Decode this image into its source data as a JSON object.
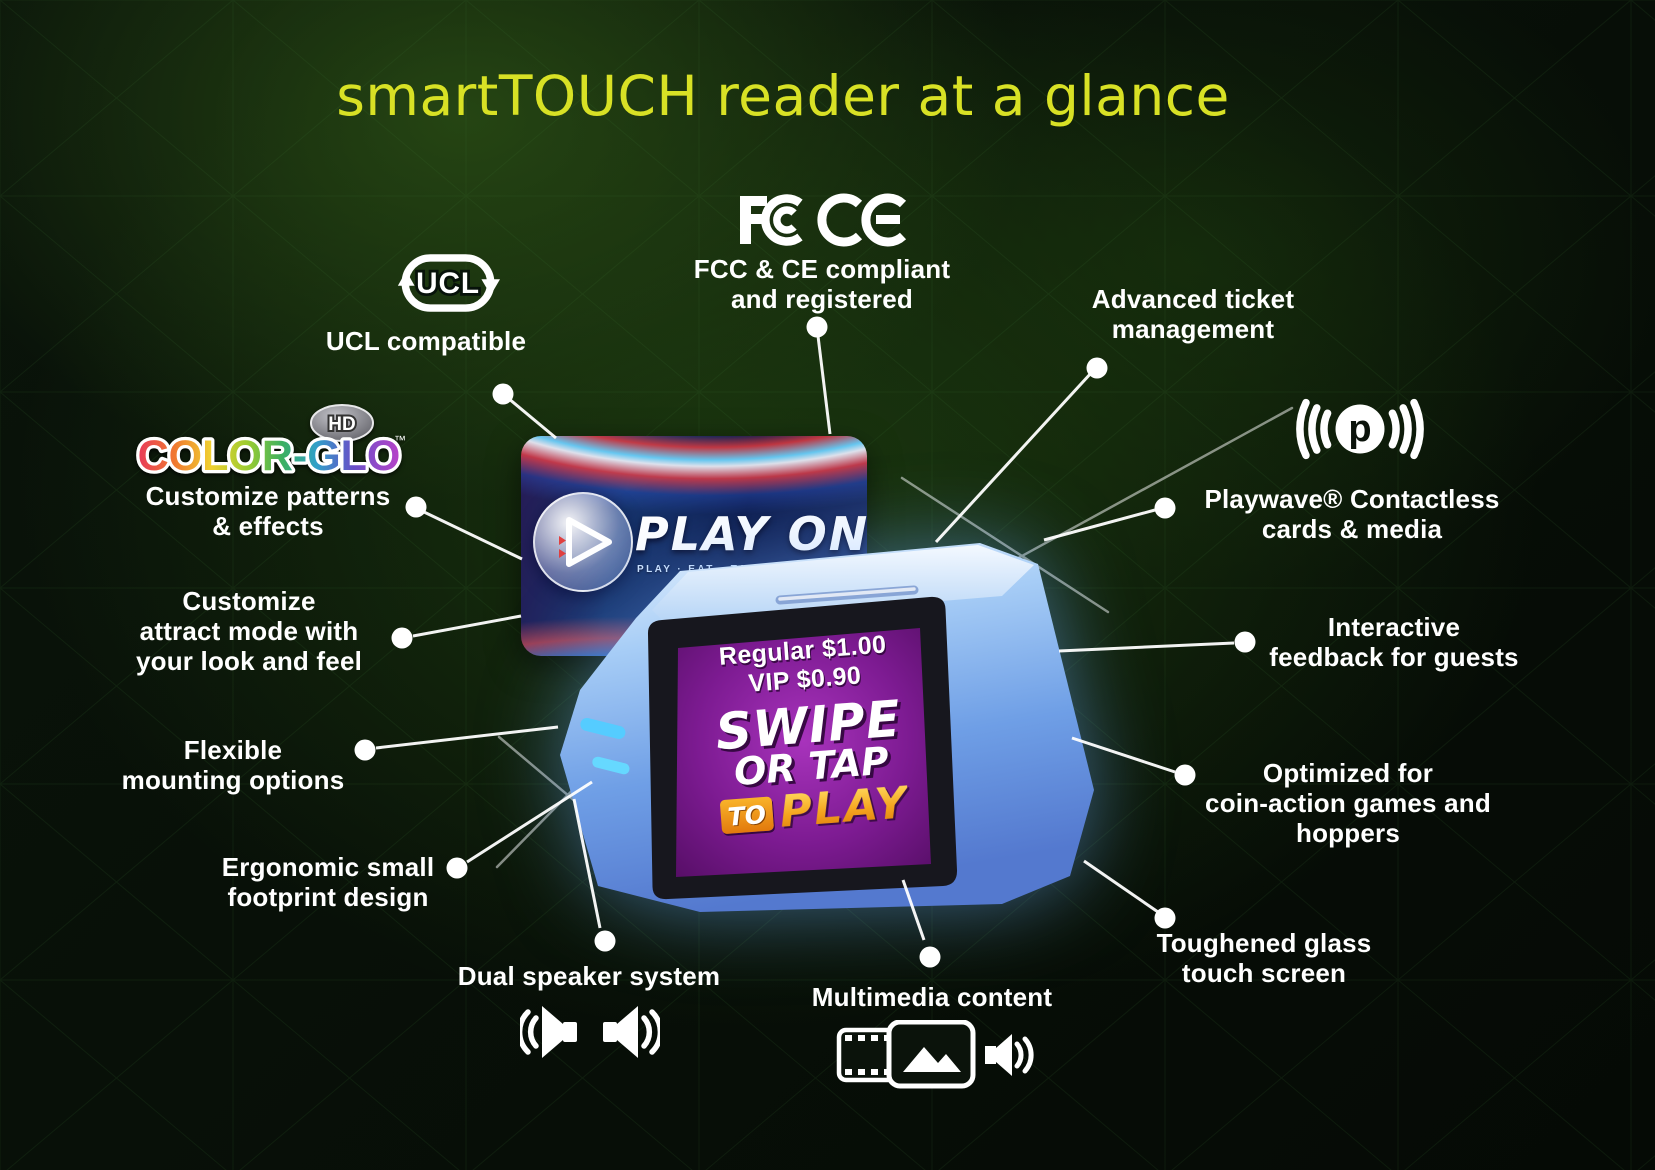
{
  "title": "smartTOUCH reader at a glance",
  "colors": {
    "title_yellow": "#d8e125",
    "label_white": "#ffffff",
    "background_green": "#0d1f0b",
    "device_blue": "#7fb6f0",
    "screen_purple": "#7d1b92",
    "cta_orange": "#f5a51f"
  },
  "callouts": {
    "ucl": {
      "label": "UCL compatible",
      "icon": "ucl-logo",
      "logo_text": "UCL"
    },
    "fcc_ce": {
      "label": "FCC & CE compliant\nand registered",
      "icon": "fcc-ce-logos"
    },
    "advanced_ticket": {
      "label": "Advanced ticket\nmanagement"
    },
    "playwave": {
      "label": "Playwave® Contactless\ncards & media",
      "icon": "playwave-logo",
      "logo_letter": "p"
    },
    "interactive_feedback": {
      "label": "Interactive\nfeedback for guests"
    },
    "optimized_coin": {
      "label": "Optimized for\ncoin-action games and\nhoppers"
    },
    "toughened_glass": {
      "label": "Toughened glass\ntouch screen"
    },
    "multimedia": {
      "label": "Multimedia content",
      "icon": "film-photo-speaker-icons"
    },
    "dual_speaker": {
      "label": "Dual speaker system",
      "icon": "dual-speaker-icons"
    },
    "ergonomic": {
      "label": "Ergonomic small\nfootprint design"
    },
    "flexible_mounting": {
      "label": "Flexible\nmounting options"
    },
    "customize_attract": {
      "label": "Customize\nattract mode with\nyour look and feel"
    },
    "color_glo": {
      "label": "Customize patterns\n& effects",
      "icon": "color-glo-logo",
      "logo_text": "COLOR-GLO",
      "logo_badge": "HD",
      "logo_tm": "™"
    }
  },
  "device": {
    "card": {
      "title": "PLAY ON",
      "tagline": "PLAY · EAT · TAG · BOWL · REPEAT"
    },
    "screen": {
      "price_regular": "Regular $1.00",
      "price_vip": "VIP $0.90",
      "cta_swipe": "SWIPE",
      "cta_or_tap": "OR TAP",
      "cta_to": "TO",
      "cta_play": "PLAY"
    }
  }
}
